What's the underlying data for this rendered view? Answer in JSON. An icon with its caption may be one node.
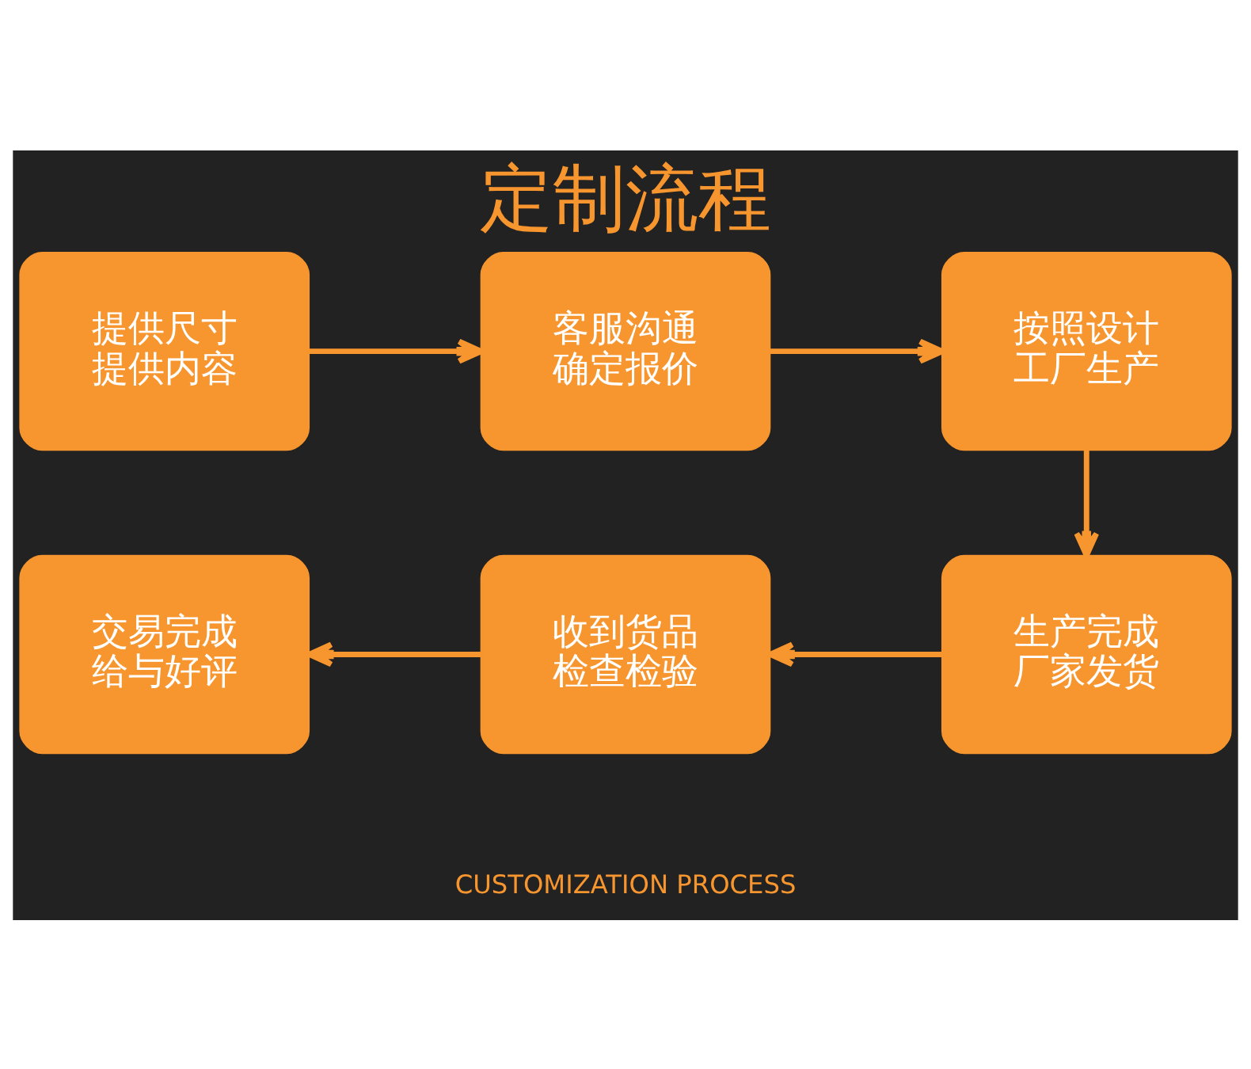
{
  "diagram": {
    "title": "定制流程",
    "nodes": [
      {
        "text": [
          "提供尺寸",
          "提供内容"
        ]
      },
      {
        "text": [
          "客服沟通",
          "确定报价"
        ]
      },
      {
        "text": [
          "按照设计",
          "工厂生产"
        ]
      },
      {
        "text": [
          "交易完成",
          "给与好评"
        ]
      },
      {
        "text": [
          "收到货品",
          "检查检验"
        ]
      },
      {
        "text": [
          "生产完成",
          "厂家发货"
        ]
      }
    ],
    "edges": [
      {
        "from": 0,
        "to": 1,
        "arrow": "to"
      },
      {
        "from": 1,
        "to": 2,
        "arrow": "to"
      },
      {
        "from": 2,
        "to": 5,
        "arrow": "to"
      },
      {
        "from": 5,
        "to": 4,
        "arrow": "to"
      },
      {
        "from": 4,
        "to": 3,
        "arrow": "to"
      }
    ],
    "labels": [
      "CUSTOMIZATION PROCESS"
    ]
  }
}
